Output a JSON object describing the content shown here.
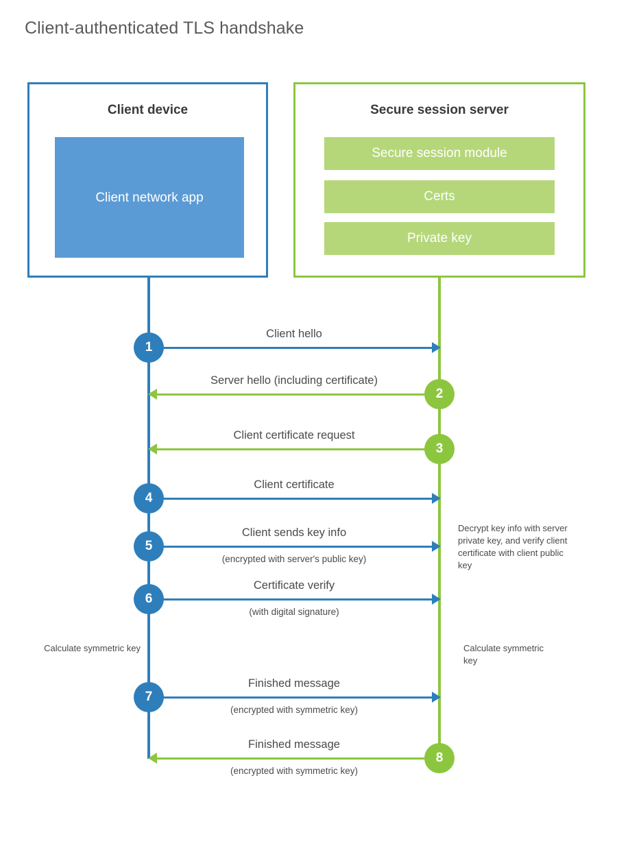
{
  "title": "Client-authenticated TLS handshake",
  "colors": {
    "client_blue": "#2e7ebb",
    "client_app_fill": "#5b9bd5",
    "server_green": "#8cc63e",
    "server_bar_fill": "#b5d77a",
    "text": "#4a4a4a",
    "background": "#ffffff"
  },
  "actors": {
    "client": {
      "title": "Client device",
      "app_label": "Client network app"
    },
    "server": {
      "title": "Secure session server",
      "components": [
        "Secure session module",
        "Certs",
        "Private key"
      ]
    }
  },
  "steps": [
    {
      "number": "1",
      "label": "Client hello",
      "sub": "",
      "from": "client",
      "to": "server"
    },
    {
      "number": "2",
      "label": "Server hello (including certificate)",
      "sub": "",
      "from": "server",
      "to": "client"
    },
    {
      "number": "3",
      "label": "Client certificate request",
      "sub": "",
      "from": "server",
      "to": "client"
    },
    {
      "number": "4",
      "label": "Client certificate",
      "sub": "",
      "from": "client",
      "to": "server"
    },
    {
      "number": "5",
      "label": "Client sends key info",
      "sub": "(encrypted with server's public key)",
      "from": "client",
      "to": "server"
    },
    {
      "number": "6",
      "label": "Certificate verify",
      "sub": "(with digital signature)",
      "from": "client",
      "to": "server"
    },
    {
      "number": "7",
      "label": "Finished message",
      "sub": "(encrypted with symmetric key)",
      "from": "client",
      "to": "server"
    },
    {
      "number": "8",
      "label": "Finished message",
      "sub": "(encrypted with symmetric key)",
      "from": "server",
      "to": "client"
    }
  ],
  "notes": {
    "server_decrypt": "Decrypt key info with server private key, and verify client certificate with client public key",
    "client_calculate": "Calculate symmetric key",
    "server_calculate": "Calculate symmetric key"
  }
}
